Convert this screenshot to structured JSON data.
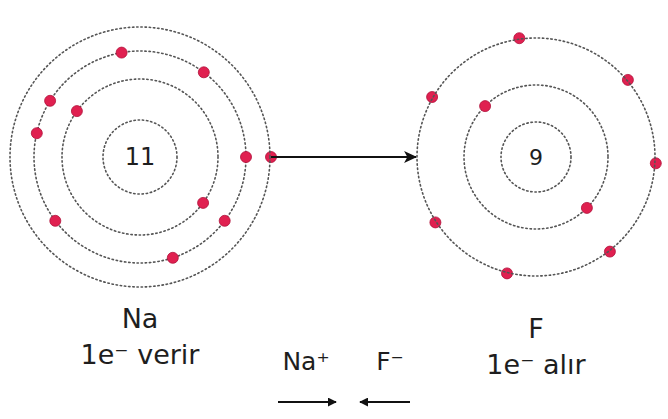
{
  "diagram": {
    "nodes": [
      {
        "text": [
          "Na",
          "1e⁻ verir"
        ]
      },
      {
        "text": [
          "11"
        ],
        "in": 0
      },
      {
        "text": [
          "F",
          "1e⁻ alır"
        ]
      },
      {
        "text": [
          "9"
        ],
        "in": 2
      }
    ],
    "edges": [
      {
        "from": 0,
        "to": 2,
        "arrow": "to"
      }
    ],
    "labels": [
      "Na⁺",
      "F⁻"
    ]
  }
}
